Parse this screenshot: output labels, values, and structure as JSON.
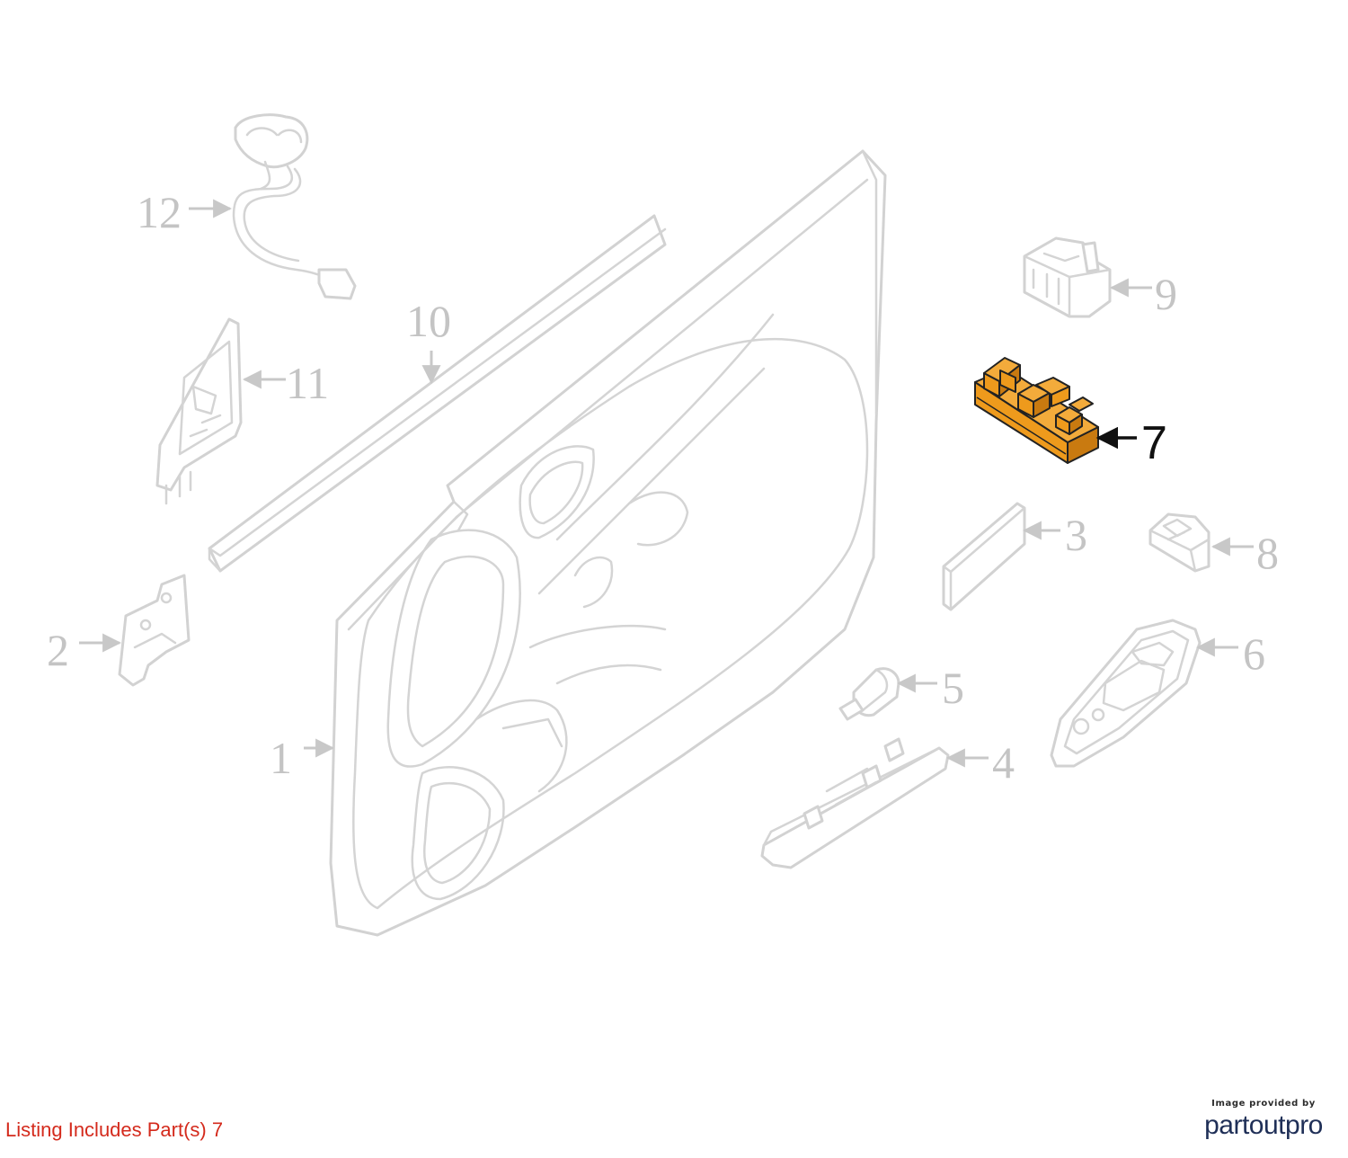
{
  "listing_note": "Listing Includes Part(s) 7",
  "credit": {
    "caption": "Image provided by",
    "logo": "partoutpro"
  },
  "highlight_color": "#ee9a1c",
  "parts": [
    {
      "number": "1",
      "name": "door-trim-panel",
      "highlighted": false
    },
    {
      "number": "2",
      "name": "bracket",
      "highlighted": false
    },
    {
      "number": "3",
      "name": "trim-pad",
      "highlighted": false
    },
    {
      "number": "4",
      "name": "pull-handle",
      "highlighted": false
    },
    {
      "number": "5",
      "name": "clip",
      "highlighted": false
    },
    {
      "number": "6",
      "name": "switch-finisher",
      "highlighted": false
    },
    {
      "number": "7",
      "name": "power-window-switch",
      "highlighted": true
    },
    {
      "number": "8",
      "name": "mirror-switch",
      "highlighted": false
    },
    {
      "number": "9",
      "name": "window-switch",
      "highlighted": false
    },
    {
      "number": "10",
      "name": "weatherstrip-molding",
      "highlighted": false
    },
    {
      "number": "11",
      "name": "corner-finisher",
      "highlighted": false
    },
    {
      "number": "12",
      "name": "harness",
      "highlighted": false
    }
  ]
}
